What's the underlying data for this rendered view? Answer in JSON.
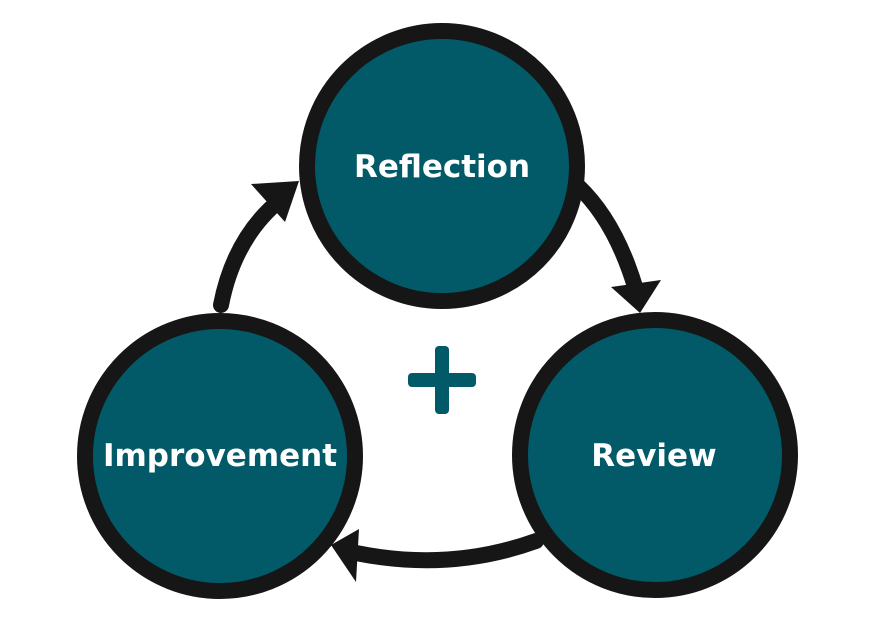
{
  "diagram": {
    "nodes": [
      {
        "id": "reflection",
        "label": "Reflection"
      },
      {
        "id": "review",
        "label": "Review"
      },
      {
        "id": "improvement",
        "label": "Improvement"
      }
    ],
    "center_symbol": "plus",
    "colors": {
      "node_fill": "#025a68",
      "node_border": "#161616",
      "arrow": "#161616",
      "plus": "#025a68",
      "text": "#ffffff",
      "background": "#ffffff"
    }
  }
}
